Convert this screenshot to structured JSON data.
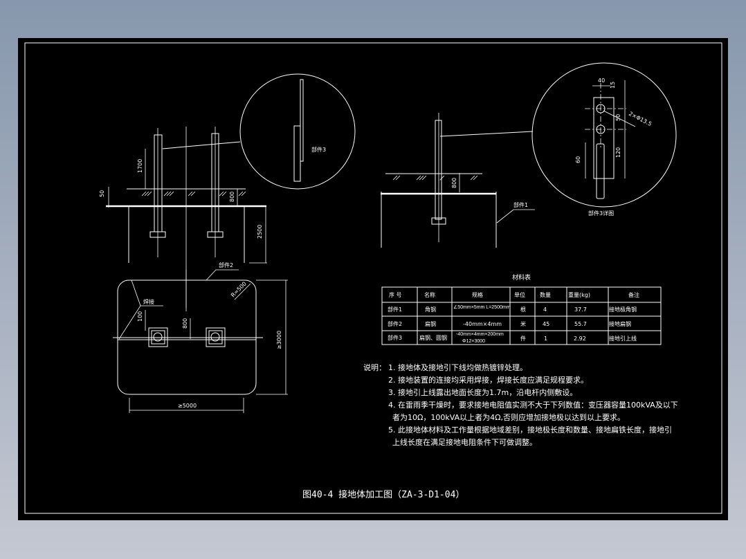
{
  "colors": {
    "paper": "#000000",
    "ink": "#ffffff",
    "window_bg_top": "#8797ad",
    "window_bg_bottom": "#c4c8d2"
  },
  "elevation_left": {
    "dims": {
      "d1700": "1700",
      "d50": "50",
      "d800": "800",
      "d2500": "2500"
    },
    "part2_label": "部件2",
    "detail_label": "部件3"
  },
  "plan": {
    "weld_label": "焊接",
    "radius_label": "R=500",
    "d100": "100",
    "d800": "800",
    "width_label": "≥5000",
    "height_label": "≥3000"
  },
  "elevation_mid": {
    "d800": "800",
    "part1_label": "部件1"
  },
  "detail": {
    "title": "部件3详图",
    "d40": "40",
    "d15": "15",
    "d50": "50",
    "d60": "60",
    "d120": "120",
    "holes": "2×Φ13.5"
  },
  "materials_table": {
    "title": "材料表",
    "headers": [
      "序 号",
      "名称",
      "规格",
      "单位",
      "数量",
      "重量(kg)",
      "备注"
    ],
    "rows": [
      [
        "部件1",
        "角钢",
        "∠50mm×5mm L=2500mm",
        "",
        "根",
        "4",
        "37.7",
        "接地极角钢"
      ],
      [
        "部件2",
        "扁钢",
        "-40mm×4mm",
        "",
        "米",
        "45",
        "55.7",
        "接地扁钢"
      ],
      [
        "部件3",
        "扁钢、圆钢",
        "-40mm×4mm×200mm",
        "Φ12×3000",
        "件",
        "1",
        "2.92",
        "接地引上线"
      ]
    ]
  },
  "notes": {
    "label": "说明：",
    "lines": [
      "1. 接地体及接地引下线均做热镀锌处理。",
      "2. 接地装置的连接均采用焊接，焊接长度应满足规程要求。",
      "3. 接地引上线露出地面长度为1.7m，沿电杆内侧敷设。",
      "4. 在雷雨季干燥时，要求接地电阻值实测不大于下列数值：变压器容量100kVA及以下",
      "者为10Ω，100kVA以上者为4Ω,否则应增加接地极以达到以上要求。",
      "5. 此接地体材料及工作量根据地域差别，接地极长度和数量、接地扁铁长度，接地引",
      "上线长度在满足接地电阻条件下可做调整。"
    ]
  },
  "drawing_title": "图40-4  接地体加工图（ZA-3-D1-04）"
}
